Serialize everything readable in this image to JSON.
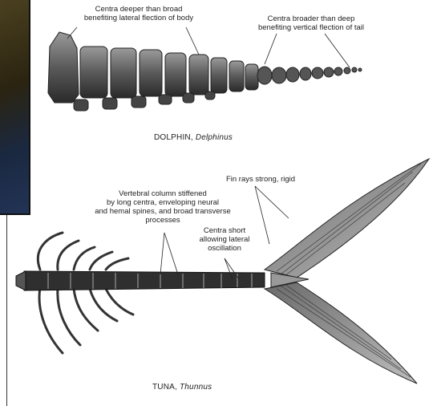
{
  "dolphin": {
    "label_left": "Centra deeper than broad\nbenefiting lateral flection of body",
    "label_right": "Centra broader than deep\nbenefiting vertical flection of tail",
    "caption_name": "DOLPHIN, ",
    "caption_genus": "Delphinus"
  },
  "tuna": {
    "label_fin": "Fin rays strong, rigid",
    "label_column": "Vertebral column stiffened\nby long centra, enveloping neural\nand hemal spines, and broad transverse\nprocesses",
    "label_centra": "Centra short\nallowing lateral\noscillation",
    "caption_name": "TUNA, ",
    "caption_genus": "Thunnus"
  },
  "colors": {
    "ink": "#222222",
    "bone_dark": "#3a3a3a",
    "bone_mid": "#7a7a7a",
    "bone_light": "#b5b5b5",
    "photo_bg": "#2b2410"
  }
}
